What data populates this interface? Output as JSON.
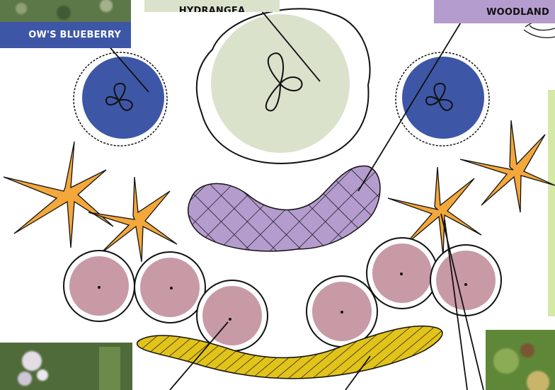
{
  "labels": {
    "blueberry": "OW'S BLUEBERRY",
    "hydrangea": "HYDRANGEA",
    "woodland": "WOODLAND"
  },
  "colors": {
    "blueberry": "#3e56a6",
    "hydrangea": "#dbe2cc",
    "woodland": "#b59ccf",
    "pink_plant": "#c89aa6",
    "star_plant": "#f4a73a",
    "yellow_band": "#e2c31a",
    "side_panel": "#d5e8a8"
  }
}
